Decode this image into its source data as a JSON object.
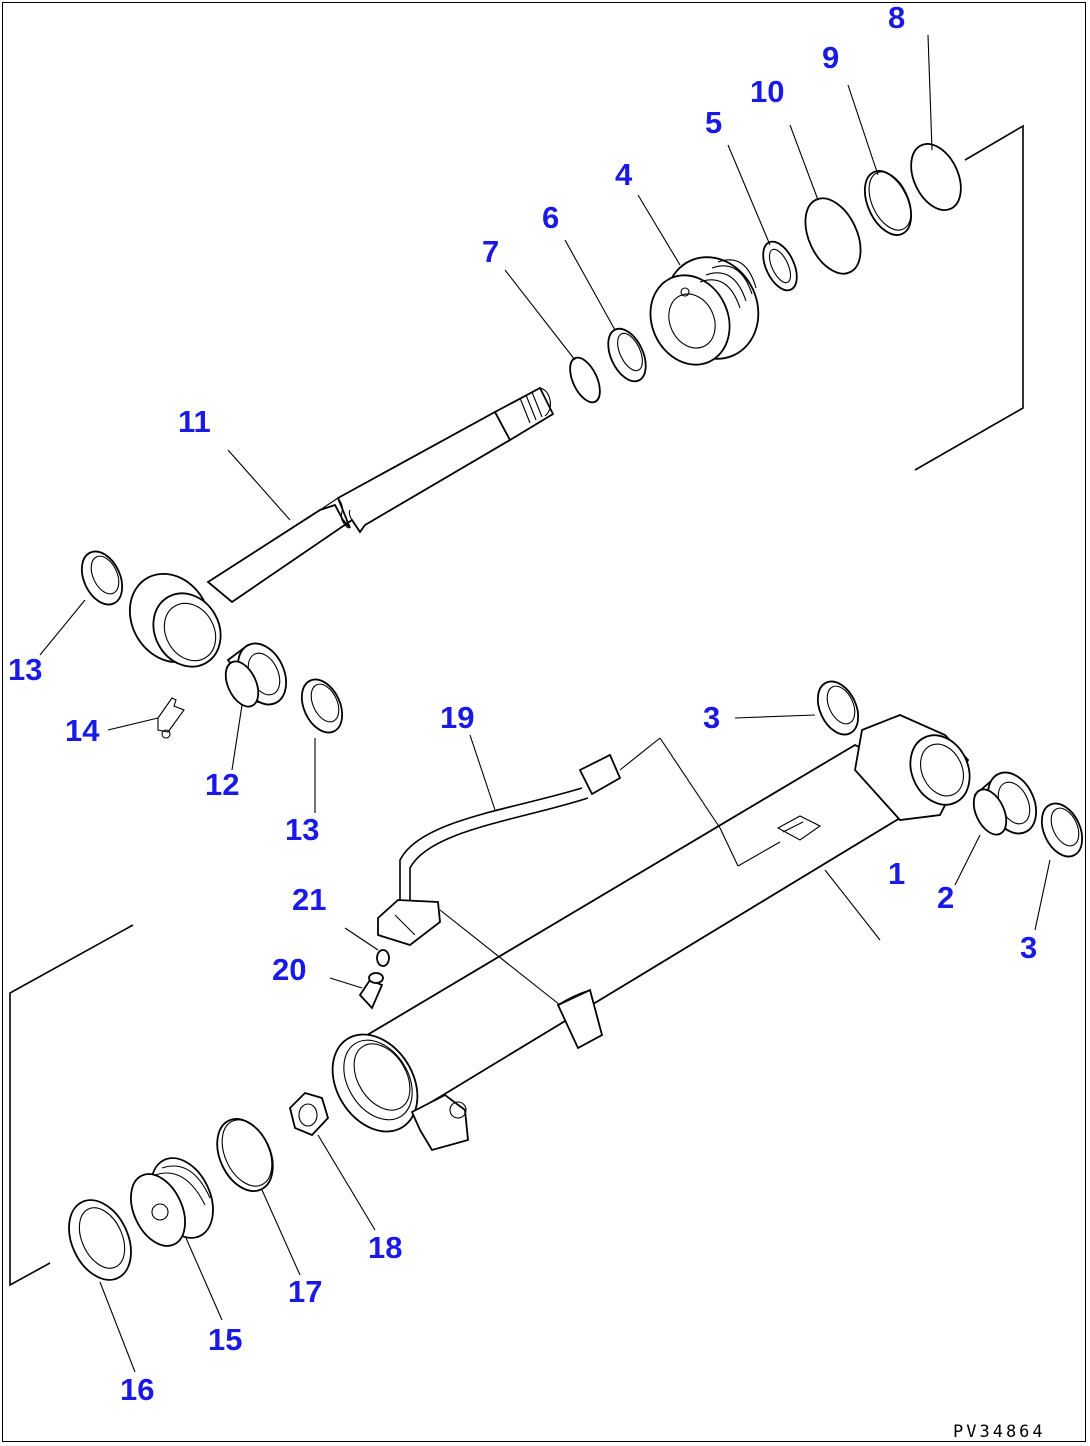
{
  "drawing_code": "PV34864",
  "callouts": [
    {
      "id": "c1",
      "text": "1"
    },
    {
      "id": "c2",
      "text": "2"
    },
    {
      "id": "c3a",
      "text": "3"
    },
    {
      "id": "c3b",
      "text": "3"
    },
    {
      "id": "c4",
      "text": "4"
    },
    {
      "id": "c5",
      "text": "5"
    },
    {
      "id": "c6",
      "text": "6"
    },
    {
      "id": "c7",
      "text": "7"
    },
    {
      "id": "c8",
      "text": "8"
    },
    {
      "id": "c9",
      "text": "9"
    },
    {
      "id": "c10",
      "text": "10"
    },
    {
      "id": "c11",
      "text": "11"
    },
    {
      "id": "c12",
      "text": "12"
    },
    {
      "id": "c13a",
      "text": "13"
    },
    {
      "id": "c13b",
      "text": "13"
    },
    {
      "id": "c14",
      "text": "14"
    },
    {
      "id": "c15",
      "text": "15"
    },
    {
      "id": "c16",
      "text": "16"
    },
    {
      "id": "c17",
      "text": "17"
    },
    {
      "id": "c18",
      "text": "18"
    },
    {
      "id": "c19",
      "text": "19"
    },
    {
      "id": "c20",
      "text": "20"
    },
    {
      "id": "c21",
      "text": "21"
    }
  ],
  "colors": {
    "callout": "#1a1ae6",
    "line": "#000000",
    "background": "#ffffff"
  }
}
